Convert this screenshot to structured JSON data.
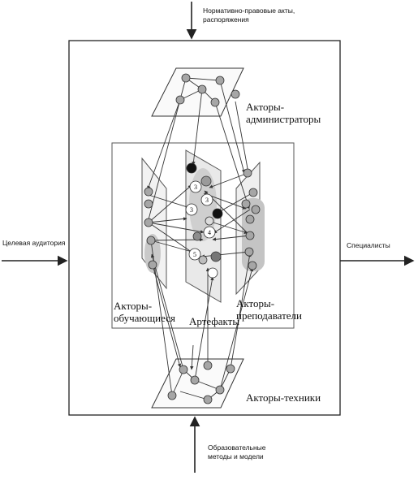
{
  "inputs": {
    "top": "Нормативно-правовые акты, распоряжения",
    "top_line1": "Нормативно-правовые акты,",
    "top_line2": "распоряжения",
    "left": "Целевая аудитория",
    "bottom_line1": "Образовательные",
    "bottom_line2": "методы и модели"
  },
  "outputs": {
    "right": "Специалисты"
  },
  "groups": {
    "admins_line1": "Акторы-",
    "admins_line2": "администраторы",
    "students_line1": "Акторы-",
    "students_line2": "обучающиеся",
    "artifacts": "Артефакты",
    "teachers_line1": "Акторы-",
    "teachers_line2": "преподаватели",
    "technicians": "Акторы-техники"
  },
  "artifact_numbers": [
    "3",
    "3",
    "3",
    "4",
    "5"
  ]
}
